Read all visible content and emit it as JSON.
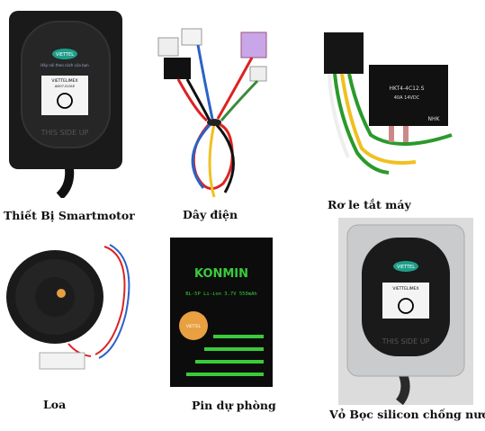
{
  "items": [
    {
      "caption": "Thiết Bị Smartmotor",
      "device_brand": "VIETTEL",
      "device_tagline": "Hãy nói theo cách của bạn",
      "device_label": "VIETTELIMEX",
      "device_model": "AI007-S101E",
      "device_bottom": "THIS SIDE UP"
    },
    {
      "caption": "Dây điện"
    },
    {
      "caption": "Rơ le tắt máy",
      "relay_model": "HKT4-4C12.S",
      "relay_spec": "40A 14VDC",
      "relay_brand": "NHK"
    },
    {
      "caption": "Loa"
    },
    {
      "caption": "Pin dự phòng",
      "battery_brand": "KONMIN",
      "battery_spec": "BL-5P Li-ion 3.7V 550mAh",
      "battery_badge": "VIETTEL"
    },
    {
      "caption": "Vỏ Bọc silicon chống nước",
      "device_brand": "VIETTEL",
      "device_label": "VIETTELIMEX",
      "device_bottom": "THIS SIDE UP"
    }
  ]
}
